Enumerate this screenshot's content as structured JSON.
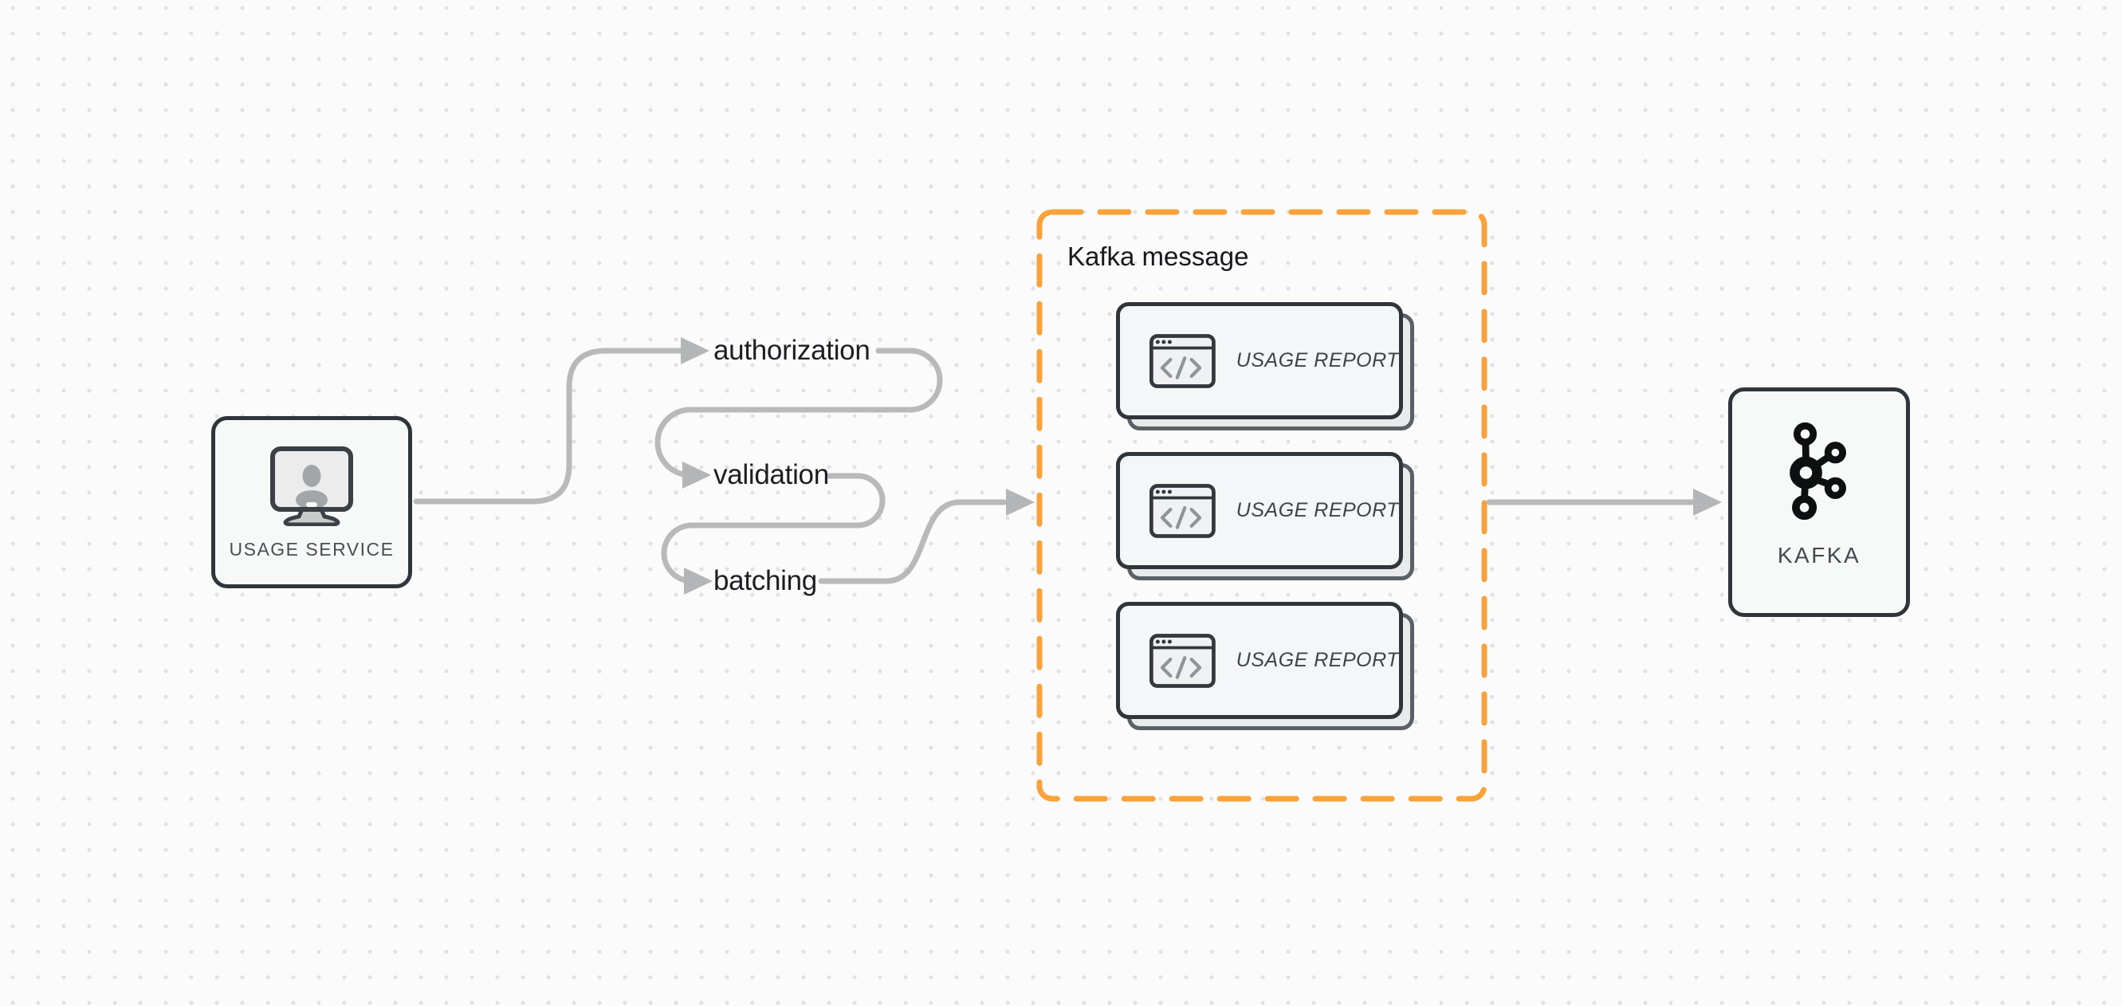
{
  "usage_service": {
    "label": "USAGE SERVICE"
  },
  "flow_steps": [
    {
      "label": "authorization"
    },
    {
      "label": "validation"
    },
    {
      "label": "batching"
    }
  ],
  "kafka_message": {
    "title": "Kafka message",
    "cards": [
      {
        "label": "USAGE REPORT",
        "icon": "code-window-icon"
      },
      {
        "label": "USAGE REPORT",
        "icon": "code-window-icon"
      },
      {
        "label": "USAGE REPORT",
        "icon": "code-window-icon"
      }
    ]
  },
  "kafka": {
    "label": "KAFKA",
    "icon": "kafka-logo-icon"
  },
  "icons": {
    "usage_service": "monitor-user-icon"
  },
  "colors": {
    "accent_orange": "#F9A23B",
    "arrow_gray": "#B8B9BA",
    "node_border": "#2F353A",
    "node_fill": "#F7F8F8",
    "card_front_fill": "#F5F6F7",
    "card_back_fill": "#E9EAEB",
    "card_back_border": "#5A6065",
    "flow_label_text": "#1C1E21",
    "muted_label_text": "#4A4E52",
    "background": "#FBFBFB",
    "dot_grid": "#E0E1E2"
  }
}
